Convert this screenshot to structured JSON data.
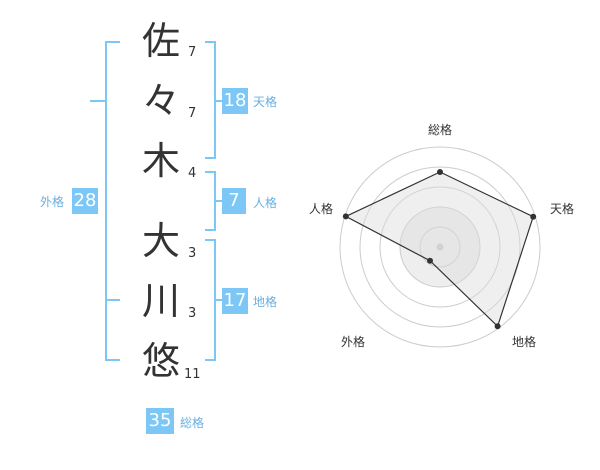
{
  "colors": {
    "accent": "#7cc7f5",
    "accent_text": "#6aaee0",
    "text": "#333333",
    "radar_fill": "#eeeeee",
    "radar_ring": "#cccccc"
  },
  "name": {
    "characters": [
      {
        "char": "佐",
        "strokes": "7"
      },
      {
        "char": "々",
        "strokes": "7"
      },
      {
        "char": "木",
        "strokes": "4"
      },
      {
        "char": "大",
        "strokes": "3"
      },
      {
        "char": "川",
        "strokes": "3"
      },
      {
        "char": "悠",
        "strokes": "11"
      }
    ]
  },
  "kaku": {
    "tenkaku": {
      "label": "天格",
      "value": "18"
    },
    "jinkaku": {
      "label": "人格",
      "value": "7"
    },
    "chikaku": {
      "label": "地格",
      "value": "17"
    },
    "gaikaku": {
      "label": "外格",
      "value": "28"
    },
    "soukaku": {
      "label": "総格",
      "value": "35"
    }
  },
  "chart_data": {
    "type": "radar",
    "axes": [
      "総格",
      "天格",
      "地格",
      "外格",
      "人格"
    ],
    "values": [
      0.75,
      0.98,
      0.98,
      0.17,
      0.99
    ],
    "max": 1.0,
    "ring_count": 5
  }
}
